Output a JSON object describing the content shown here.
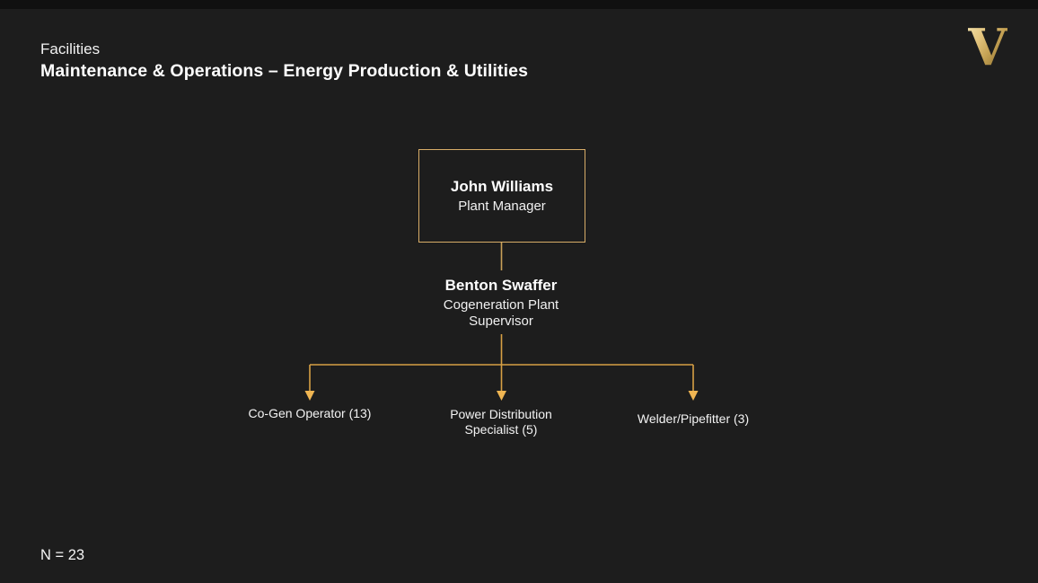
{
  "page": {
    "background": "#1d1d1d",
    "box_border_color": "#d8ad68",
    "connector_color": "#d7a044",
    "arrow_color": "#efb552",
    "logo_gold_light": "#f2e2ab",
    "logo_gold_dark": "#826427"
  },
  "header": {
    "eyebrow": "Facilities",
    "title": "Maintenance & Operations – Energy Production & Utilities"
  },
  "logo": {
    "glyph": "V"
  },
  "org_chart": {
    "root": {
      "name": "John Williams",
      "title": "Plant Manager"
    },
    "supervisor": {
      "name": "Benton Swaffer",
      "title": "Cogeneration Plant Supervisor"
    },
    "reports": [
      {
        "label": "Co-Gen Operator (13)"
      },
      {
        "label": "Power Distribution Specialist (5)"
      },
      {
        "label": "Welder/Pipefitter (3)"
      }
    ]
  },
  "footer": {
    "count_label": "N = 23"
  }
}
